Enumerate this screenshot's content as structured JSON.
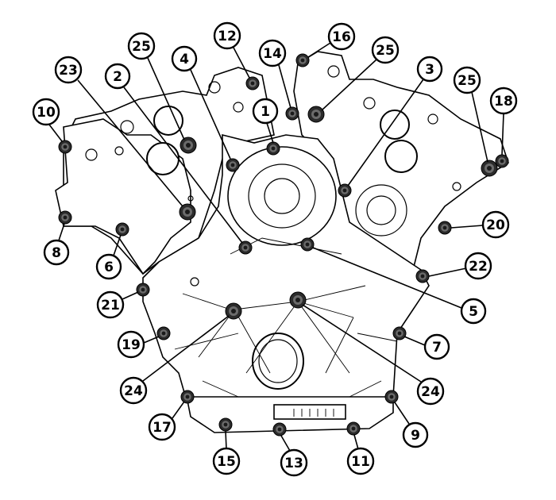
{
  "colors": {
    "ink": "#000000",
    "paper": "#ffffff",
    "bolt": "#2b2b2b"
  },
  "callouts": [
    {
      "label": "1"
    },
    {
      "label": "2"
    },
    {
      "label": "3"
    },
    {
      "label": "4"
    },
    {
      "label": "5"
    },
    {
      "label": "6"
    },
    {
      "label": "7"
    },
    {
      "label": "8"
    },
    {
      "label": "9"
    },
    {
      "label": "10"
    },
    {
      "label": "11"
    },
    {
      "label": "12"
    },
    {
      "label": "13"
    },
    {
      "label": "14"
    },
    {
      "label": "15"
    },
    {
      "label": "16"
    },
    {
      "label": "17"
    },
    {
      "label": "18"
    },
    {
      "label": "19"
    },
    {
      "label": "20"
    },
    {
      "label": "21"
    },
    {
      "label": "22"
    },
    {
      "label": "23"
    },
    {
      "label": "24"
    },
    {
      "label": "24"
    },
    {
      "label": "25"
    },
    {
      "label": "25"
    },
    {
      "label": "25"
    }
  ]
}
